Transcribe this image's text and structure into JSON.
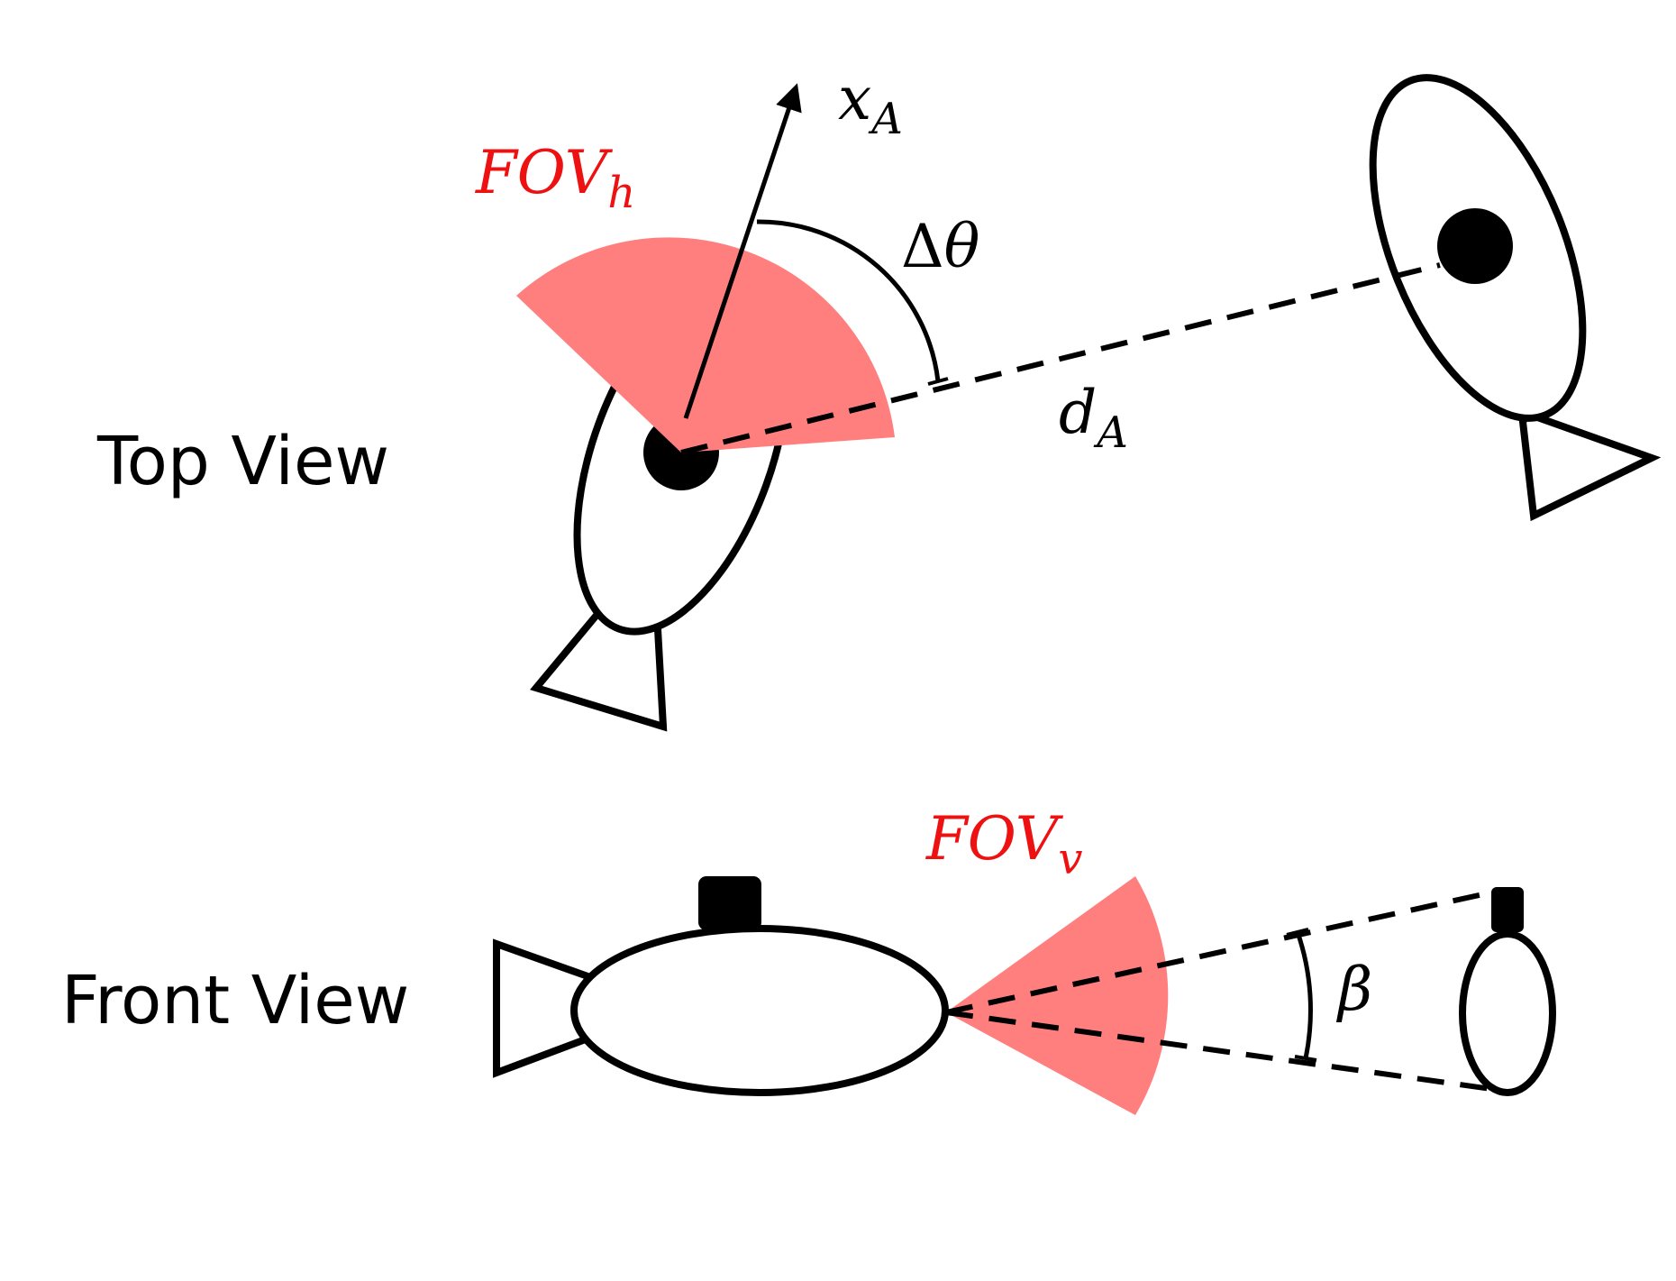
{
  "labels": {
    "top_view": "Top View",
    "front_view": "Front View"
  },
  "math": {
    "x_axis_main": "x",
    "x_axis_sub": "A",
    "fov_h_main": "FOV",
    "fov_h_sub": "h",
    "delta_theta_symbol": "Δ",
    "delta_theta_var": "θ",
    "distance_main": "d",
    "distance_sub": "A",
    "fov_v_main": "FOV",
    "fov_v_sub": "v",
    "beta": "β"
  },
  "colors": {
    "stroke": "#000000",
    "fov_fill": "#ff7f7f",
    "fov_label": "#ee1111"
  }
}
